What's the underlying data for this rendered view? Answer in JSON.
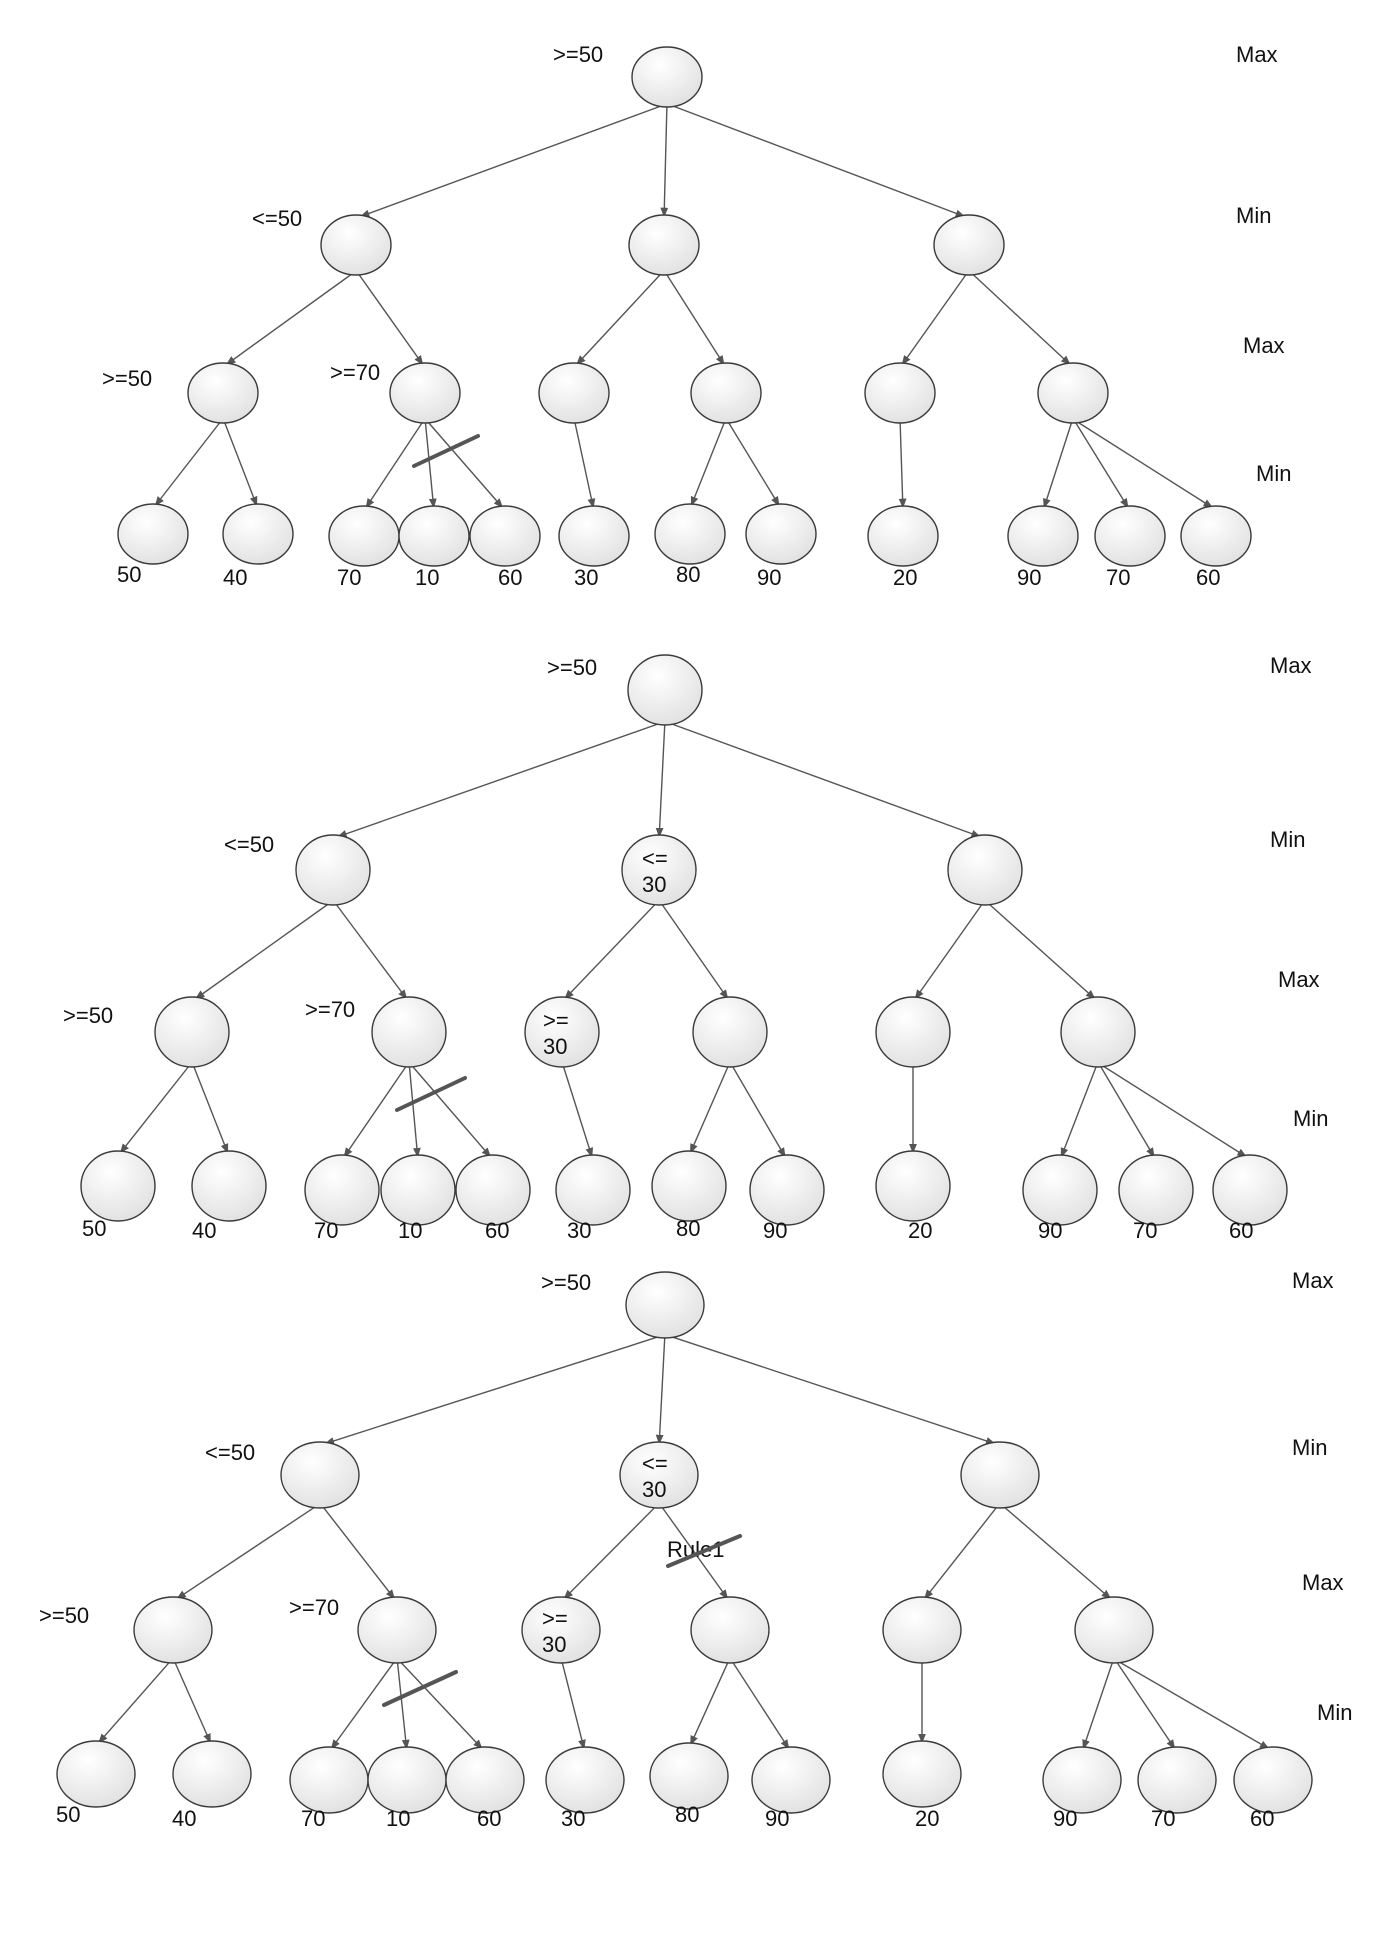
{
  "colors": {
    "node_fill_top": "#ffffff",
    "node_fill_bottom": "#dedede",
    "node_stroke": "#3a3a3a",
    "edge": "#555555",
    "cut_mark": "#555555"
  },
  "level_labels": [
    "Max",
    "Min",
    "Max",
    "Min"
  ],
  "leaf_values": [
    "50",
    "40",
    "70",
    "10",
    "60",
    "30",
    "80",
    "90",
    "20",
    "90",
    "70",
    "60"
  ],
  "trees": [
    {
      "root_bound": ">=50",
      "min_left_bound": "<=50",
      "max_ll_bound": ">=50",
      "max_lr_bound": ">=70",
      "min_mid_inner": [
        "",
        ""
      ],
      "max_mid_inner": [
        "",
        ""
      ],
      "rule_label": ""
    },
    {
      "root_bound": ">=50",
      "min_left_bound": "<=50",
      "max_ll_bound": ">=50",
      "max_lr_bound": ">=70",
      "min_mid_inner": [
        "<=",
        "30"
      ],
      "max_mid_inner": [
        ">=",
        "30"
      ],
      "rule_label": ""
    },
    {
      "root_bound": ">=50",
      "min_left_bound": "<=50",
      "max_ll_bound": ">=50",
      "max_lr_bound": ">=70",
      "min_mid_inner": [
        "<=",
        "30"
      ],
      "max_mid_inner": [
        ">=",
        "30"
      ],
      "rule_label": "Rule1"
    }
  ]
}
